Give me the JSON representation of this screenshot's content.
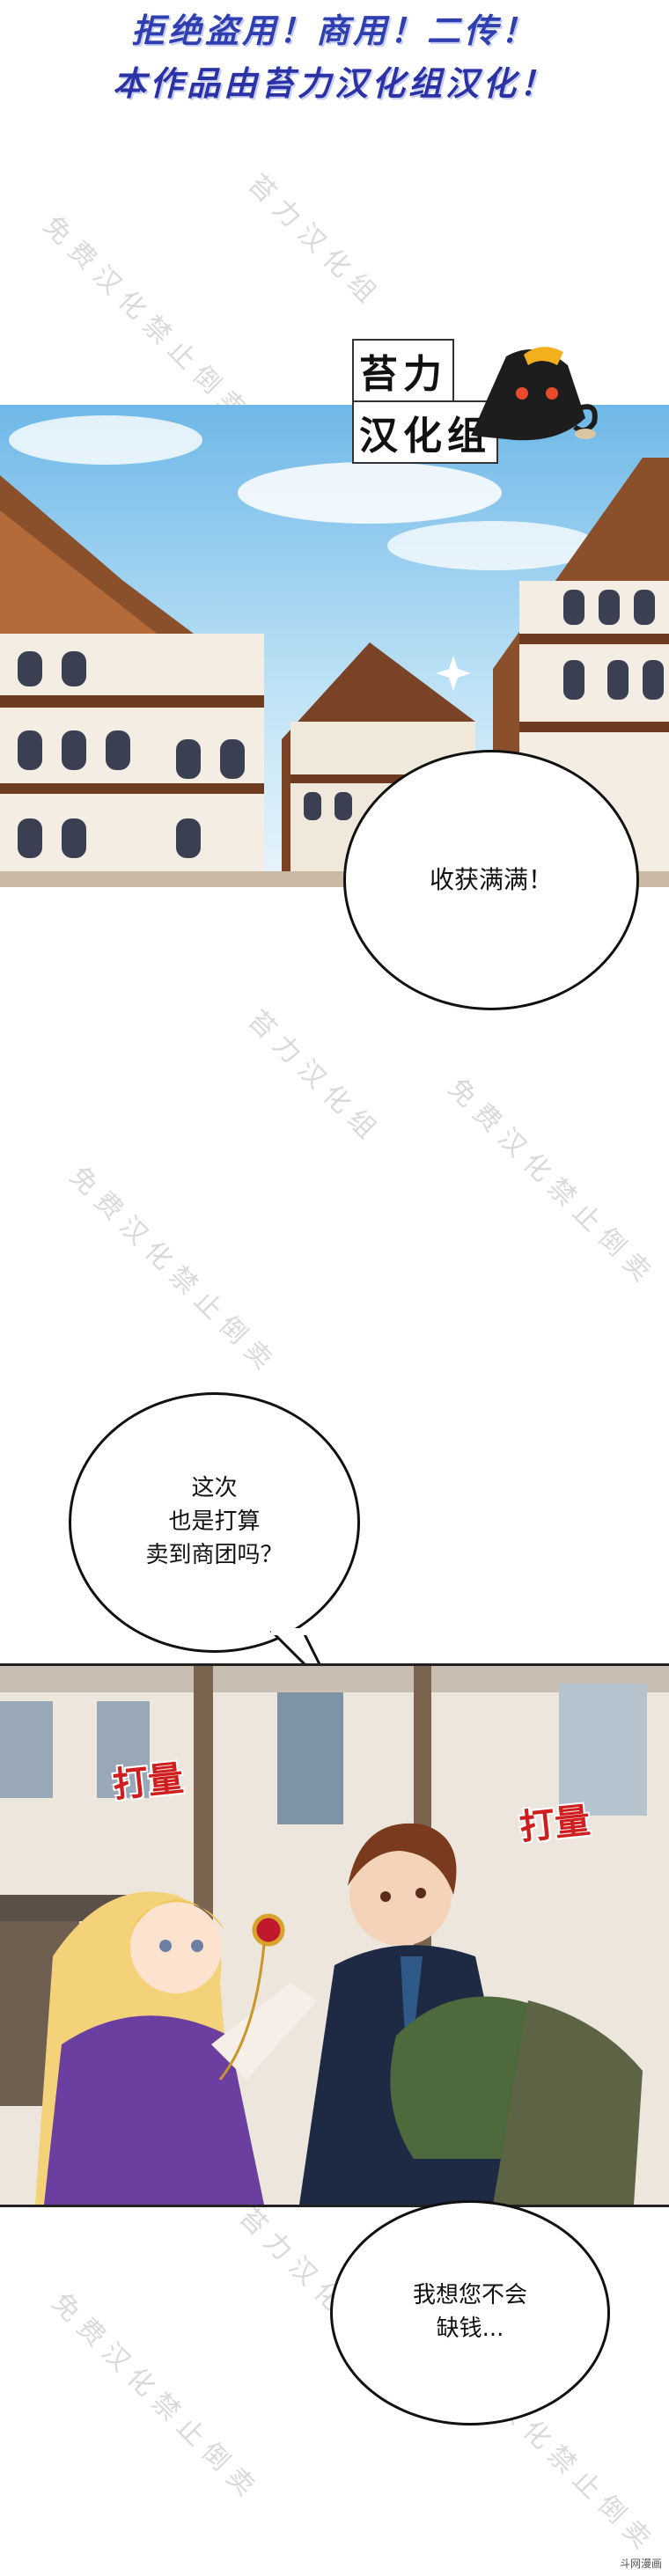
{
  "header": {
    "notice_line1": "拒绝盗用！商用！二传！",
    "notice_line2": "本作品由苔力汉化组汉化！"
  },
  "logo": {
    "line1": "苔力",
    "line2": "汉化组",
    "mascot": "cat-mascot-icon"
  },
  "dialogue": {
    "bubble1": [
      "收获满满！"
    ],
    "bubble2": [
      "这次",
      "也是打算",
      "卖到商团吗？"
    ],
    "bubble3": [
      "我想您不会",
      "缺钱..."
    ]
  },
  "sfx": {
    "left": "打量",
    "right": "打量"
  },
  "watermark": {
    "main": "苔力汉化组",
    "secondary": "免费汉化禁止倒卖"
  },
  "footer": {
    "tag": "斗网漫画"
  },
  "colors": {
    "notice_blue": "#2f3fb0",
    "sfx_red": "#d01d1d",
    "sky": "#6fb8e8"
  }
}
